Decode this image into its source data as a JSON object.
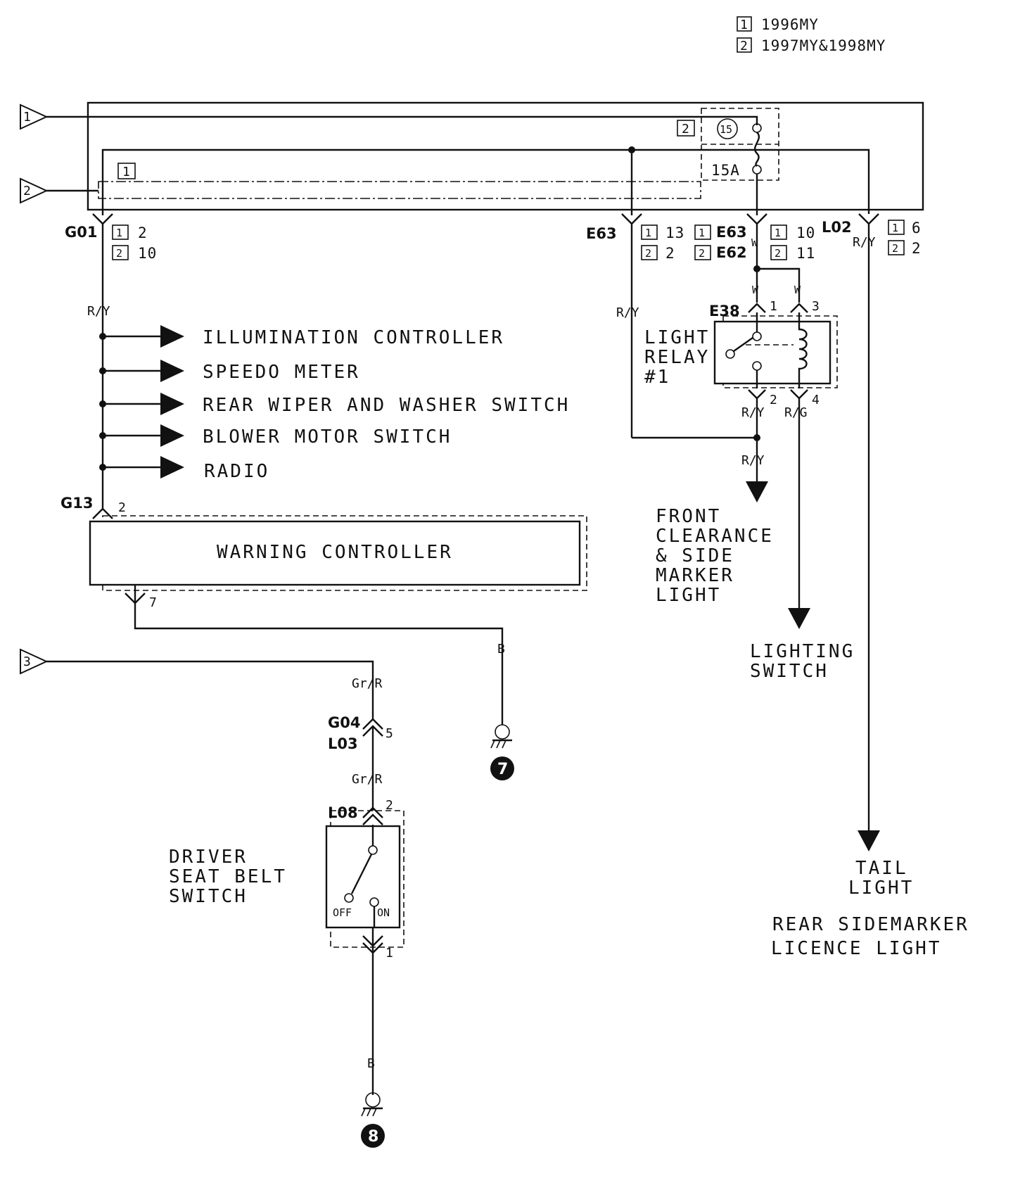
{
  "legend": [
    {
      "tag": "1",
      "text": "1996MY"
    },
    {
      "tag": "2",
      "text": "1997MY&1998MY"
    }
  ],
  "inputs": [
    "1",
    "2",
    "3"
  ],
  "fuse": {
    "number": "15",
    "rating": "15A",
    "variant_tag": "2"
  },
  "variant_tag_left": "1",
  "connectors": {
    "g01": {
      "id": "G01",
      "pins": [
        {
          "tag": "1",
          "pin": "2"
        },
        {
          "tag": "2",
          "pin": "10"
        }
      ]
    },
    "e63": {
      "id": "E63",
      "pins": [
        {
          "tag": "1",
          "pin": "13"
        },
        {
          "tag": "2",
          "pin": "2"
        }
      ]
    },
    "e63e62": {
      "ids": [
        {
          "tag": "1",
          "id": "E63"
        },
        {
          "tag": "2",
          "id": "E62"
        }
      ],
      "pins": [
        {
          "tag": "1",
          "pin": "10"
        },
        {
          "tag": "2",
          "pin": "11"
        }
      ]
    },
    "l02": {
      "id": "L02",
      "pins": [
        {
          "tag": "1",
          "pin": "6"
        },
        {
          "tag": "2",
          "pin": "2"
        }
      ]
    },
    "g13": {
      "id": "G13",
      "pin": "2"
    },
    "warn_out_pin": "7",
    "e38": {
      "id": "E38",
      "pins": [
        "1",
        "3",
        "2",
        "4"
      ]
    },
    "g04": {
      "id": "G04"
    },
    "l03": {
      "id": "L03",
      "pin": "5"
    },
    "l08": {
      "id": "L08",
      "pin_top": "2",
      "pin_bottom": "1"
    }
  },
  "wires": {
    "ry": "R/Y",
    "w": "W",
    "rg": "R/G",
    "b": "B",
    "grr": "Gr/R"
  },
  "branches": [
    "ILLUMINATION CONTROLLER",
    "SPEEDO METER",
    "REAR WIPER AND WASHER SWITCH",
    "BLOWER MOTOR SWITCH",
    "RADIO"
  ],
  "warning_controller": "WARNING CONTROLLER",
  "light_relay": {
    "lines": [
      "LIGHT",
      "RELAY",
      "#1"
    ]
  },
  "front_clearance": [
    "FRONT",
    "CLEARANCE",
    "& SIDE",
    "MARKER",
    "LIGHT"
  ],
  "lighting_switch": [
    "LIGHTING",
    "SWITCH"
  ],
  "tail_light": [
    "TAIL",
    "LIGHT"
  ],
  "rear_sidemarker": [
    "REAR SIDEMARKER",
    "LICENCE LIGHT"
  ],
  "seat_belt": {
    "lines": [
      "DRIVER",
      "SEAT BELT",
      "SWITCH"
    ],
    "off": "OFF",
    "on": "ON"
  },
  "grounds": [
    "7",
    "8"
  ]
}
